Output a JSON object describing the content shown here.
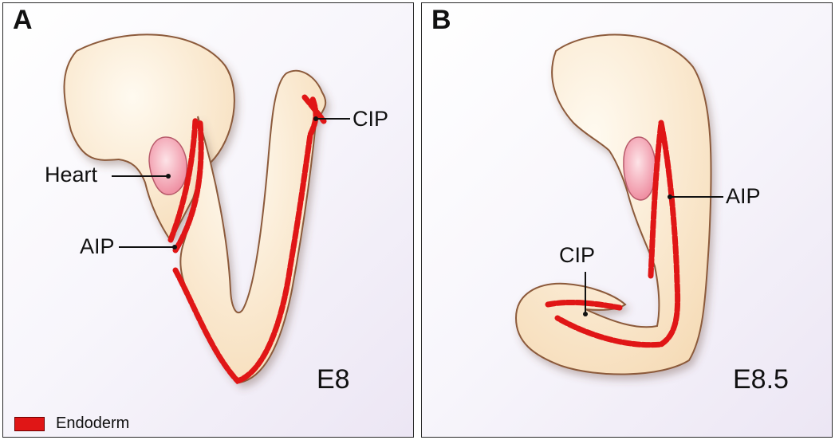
{
  "panels": [
    {
      "letter": "A",
      "stage": "E8",
      "labels": {
        "heart": "Heart",
        "aip": "AIP",
        "cip": "CIP"
      }
    },
    {
      "letter": "B",
      "stage": "E8.5",
      "labels": {
        "aip": "AIP",
        "cip": "CIP"
      }
    }
  ],
  "legend": {
    "label": "Endoderm",
    "color": "#e01616"
  },
  "colors": {
    "embryo_fill": "#fbe8cb",
    "embryo_outline": "#8c5a3a",
    "endoderm": "#e01616",
    "heart": "#f6a8b5"
  }
}
